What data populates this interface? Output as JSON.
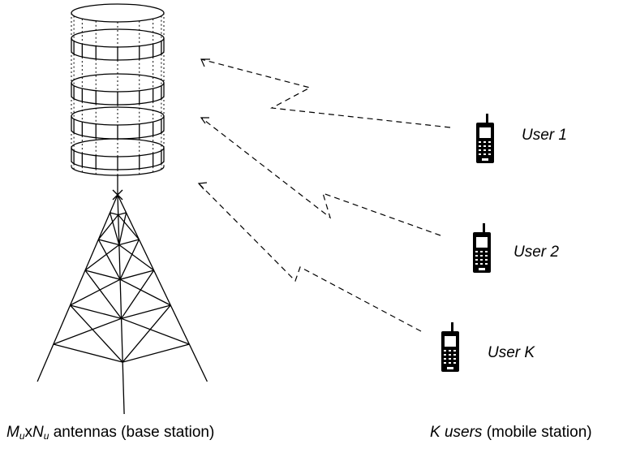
{
  "users": [
    {
      "label": "User 1"
    },
    {
      "label": "User 2"
    },
    {
      "label": "User K"
    }
  ],
  "base_caption": {
    "m": "M",
    "u1": "u",
    "x": "x",
    "n": "N",
    "u2": "u",
    "rest": " antennas (base station)"
  },
  "users_caption": {
    "k": "K users",
    "rest": " (mobile station)"
  },
  "colors": {
    "ink": "#000000",
    "background": "#ffffff"
  },
  "icons": [
    "antenna-array-icon",
    "tower-icon",
    "mobile-phone-icon"
  ]
}
